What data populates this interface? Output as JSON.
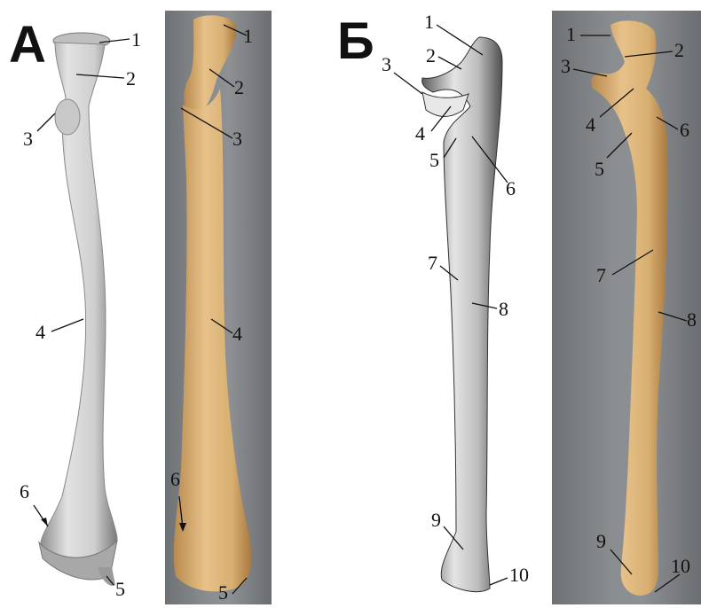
{
  "panels": {
    "A": {
      "letter": "А",
      "drawing_labels": [
        "1",
        "2",
        "3",
        "4",
        "6",
        "5"
      ],
      "photo_labels": [
        "1",
        "2",
        "3",
        "4",
        "6",
        "5"
      ]
    },
    "B": {
      "letter": "Б",
      "drawing_labels": [
        "1",
        "2",
        "3",
        "4",
        "5",
        "6",
        "7",
        "8",
        "9",
        "10"
      ],
      "photo_labels": [
        "1",
        "2",
        "3",
        "4",
        "6",
        "5",
        "7",
        "8",
        "9",
        "10"
      ]
    }
  },
  "colors": {
    "bone_photo": "#d9b27a",
    "bone_drawing": "#c9c9c9",
    "photo_background": "#84878a"
  }
}
